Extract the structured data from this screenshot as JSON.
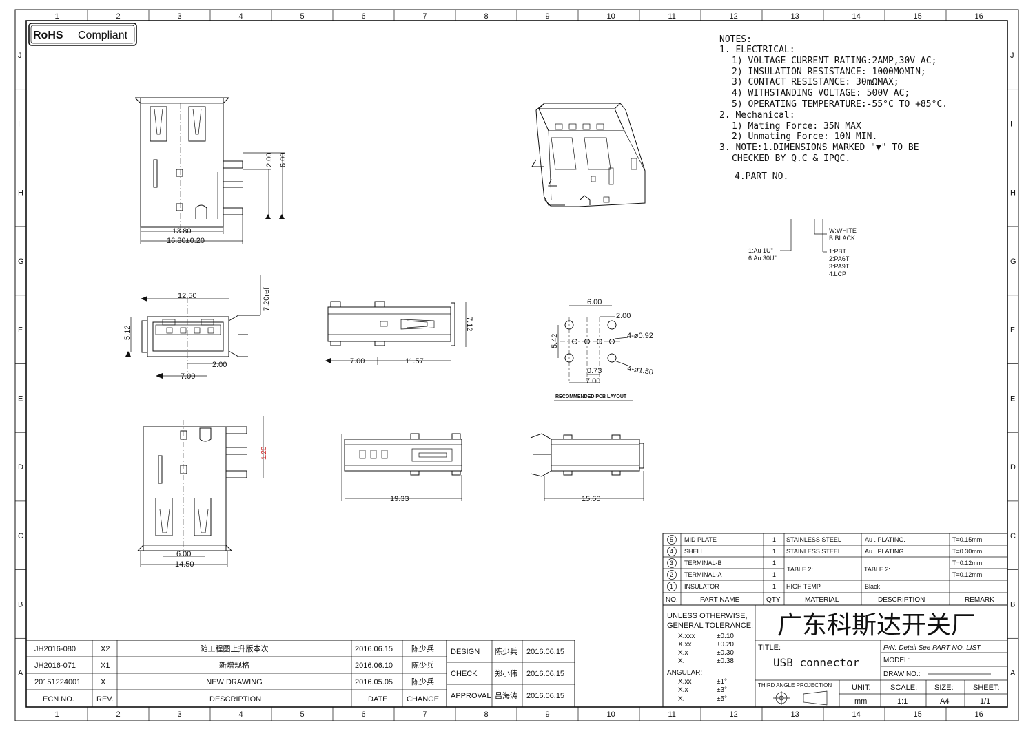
{
  "rohs": "RoHS",
  "compliant": "Compliant",
  "grid": {
    "cols": [
      "1",
      "2",
      "3",
      "4",
      "5",
      "6",
      "7",
      "8",
      "9",
      "10",
      "11",
      "12",
      "13",
      "14",
      "15",
      "16"
    ],
    "rows": [
      "J",
      "I",
      "H",
      "G",
      "F",
      "E",
      "D",
      "C",
      "B",
      "A"
    ]
  },
  "notes": {
    "heading": "NOTES:",
    "l1": "1. ELECTRICAL:",
    "l2": "1) VOLTAGE CURRENT RATING:2AMP,30V AC;",
    "l3": "2) INSULATION RESISTANCE: 1000MΩMIN;",
    "l4": "3) CONTACT RESISTANCE: 30mΩMAX;",
    "l5": "4) WITHSTANDING VOLTAGE: 500V AC;",
    "l6": "5) OPERATING TEMPERATURE:-55°C TO +85°C.",
    "l7": "2. Mechanical:",
    "l8": "1) Mating Force: 35N  MAX",
    "l9": "2) Unmating Force: 10N  MIN.",
    "l10": "3. NOTE:1.DIMENSIONS MARKED \"▼\" TO BE",
    "l11": "CHECKED BY Q.C & IPQC.",
    "l12": "4.PART NO."
  },
  "part_no": {
    "plating1": "1:Au 1U\"",
    "plating2": "6:Au 30U\"",
    "color1": "W:WHITE",
    "color2": "B:BLACK",
    "mat1": "1:PBT",
    "mat2": "2:PA6T",
    "mat3": "3:PA9T",
    "mat4": "4:LCP"
  },
  "dims": {
    "d_13_80": "13.80",
    "d_16_80": "16.80±0.20",
    "d_2_00a": "2.00",
    "d_6_00a": "6.00",
    "d_12_50": "12.50",
    "d_7_20ref": "7.20ref",
    "d_5_12": "5.12",
    "d_2_00b": "2.00",
    "d_7_00a": "7.00",
    "d_7_00b": "7.00",
    "d_11_57": "11.57",
    "d_7_12": "7.12",
    "d_6_00b": "6.00",
    "d_2_00c": "2.00",
    "d_5_42": "5.42",
    "d_092": "4-ø0.92",
    "d_0_73": "0.73",
    "d_7_00c": "7.00",
    "d_150": "4-ø1.50",
    "pcb_caption": "RECOMMENDED PCB LAYOUT",
    "d_1_20": "1.20",
    "d_6_00c": "6.00",
    "d_14_50": "14.50",
    "d_19_33": "19.33",
    "d_15_60": "15.60"
  },
  "bom": {
    "rows": [
      {
        "no": "5",
        "name": "MID PLATE",
        "qty": "1",
        "material": "STAINLESS STEEL",
        "description": "Au . PLATING.",
        "remark": "T=0.15mm"
      },
      {
        "no": "4",
        "name": "SHELL",
        "qty": "1",
        "material": "STAINLESS STEEL",
        "description": "Au . PLATING.",
        "remark": "T=0.30mm"
      },
      {
        "no": "3",
        "name": "TERMINAL-B",
        "qty": "1",
        "material": "",
        "description": "",
        "remark": "T=0.12mm"
      },
      {
        "no": "2",
        "name": "TERMINAL-A",
        "qty": "1",
        "material": "",
        "description": "",
        "remark": "T=0.12mm"
      },
      {
        "no": "1",
        "name": "INSULATOR",
        "qty": "1",
        "material": "HIGH TEMP",
        "description": "Black",
        "remark": ""
      }
    ],
    "table2_material": "TABLE 2:",
    "table2_description": "TABLE 2:",
    "header": {
      "no": "NO.",
      "name": "PART NAME",
      "qty": "QTY",
      "material": "MATERIAL",
      "description": "DESCRIPTION",
      "remark": "REMARK"
    }
  },
  "tolerance": {
    "l1": "UNLESS OTHERWISE,",
    "l2": "GENERAL TOLERANCE:",
    "xxx": "X.xxx",
    "xxx_v": "±0.10",
    "xx": "X.xx",
    "xx_v": "±0.20",
    "x": "X.x",
    "x_v": "±0.30",
    "x0": "X.",
    "x0_v": "±0.38",
    "angular": "ANGULAR:",
    "a_xx": "X.xx",
    "a_xx_v": "±1°",
    "a_x": "X.x",
    "a_x_v": "±3°",
    "a_x0": "X.",
    "a_x0_v": "±5°"
  },
  "company": "广东科斯达开关厂",
  "title_label": "TITLE:",
  "title_value": "USB connector",
  "pn": "P/N: Detail See PART NO. LIST",
  "model": "MODEL:",
  "drawno": "DRAW NO.:",
  "projection": "THIRD ANGLE PROJECTION",
  "unit_label": "UNIT:",
  "unit_value": "mm",
  "scale_label": "SCALE:",
  "scale_value": "1:1",
  "size_label": "SIZE:",
  "size_value": "A4",
  "sheet_label": "SHEET:",
  "sheet_value": "1/1",
  "revisions": [
    {
      "ecn": "JH2016-080",
      "rev": "X2",
      "desc": "随工程图上升版本次",
      "date": "2016.06.15",
      "change": "陈少兵"
    },
    {
      "ecn": "JH2016-071",
      "rev": "X1",
      "desc": "新增规格",
      "date": "2016.06.10",
      "change": "陈少兵"
    },
    {
      "ecn": "20151224001",
      "rev": "X",
      "desc": "NEW DRAWING",
      "date": "2016.05.05",
      "change": "陈少兵"
    }
  ],
  "rev_header": {
    "ecn": "ECN NO.",
    "rev": "REV.",
    "desc": "DESCRIPTION",
    "date": "DATE",
    "change": "CHANGE"
  },
  "approvals": [
    {
      "role": "DESIGN",
      "name": "陈少兵",
      "date": "2016.06.15"
    },
    {
      "role": "CHECK",
      "name": "郑小伟",
      "date": "2016.06.15"
    },
    {
      "role": "APPROVAL",
      "name": "吕海涛",
      "date": "2016.06.15"
    }
  ]
}
